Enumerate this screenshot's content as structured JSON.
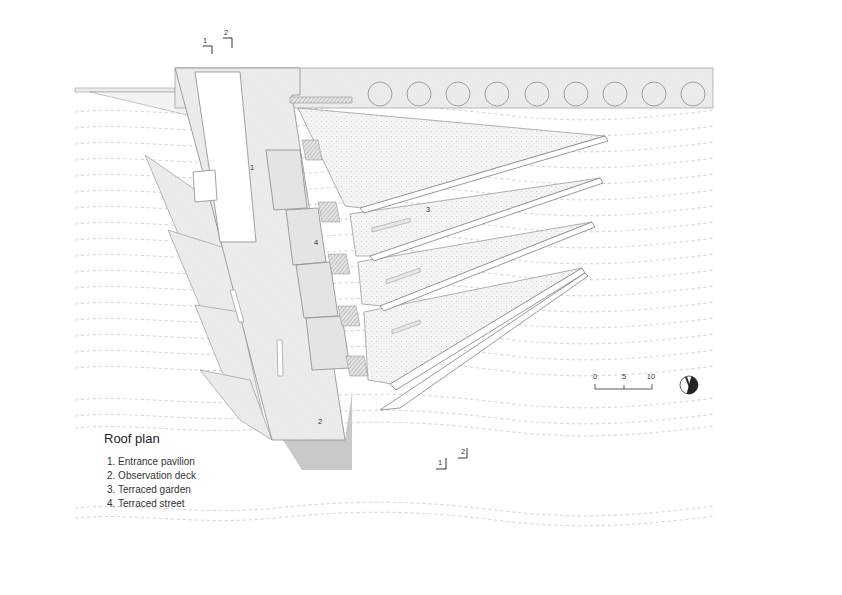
{
  "diagram": {
    "title": "Roof plan",
    "labels": [
      "1",
      "2",
      "3",
      "4",
      "1",
      "2",
      "1",
      "2",
      "1. Entrance pavilion",
      "2.  Observation deck",
      "3. Terraced garden",
      "4. Terraced street",
      "0",
      "5",
      "10"
    ]
  }
}
